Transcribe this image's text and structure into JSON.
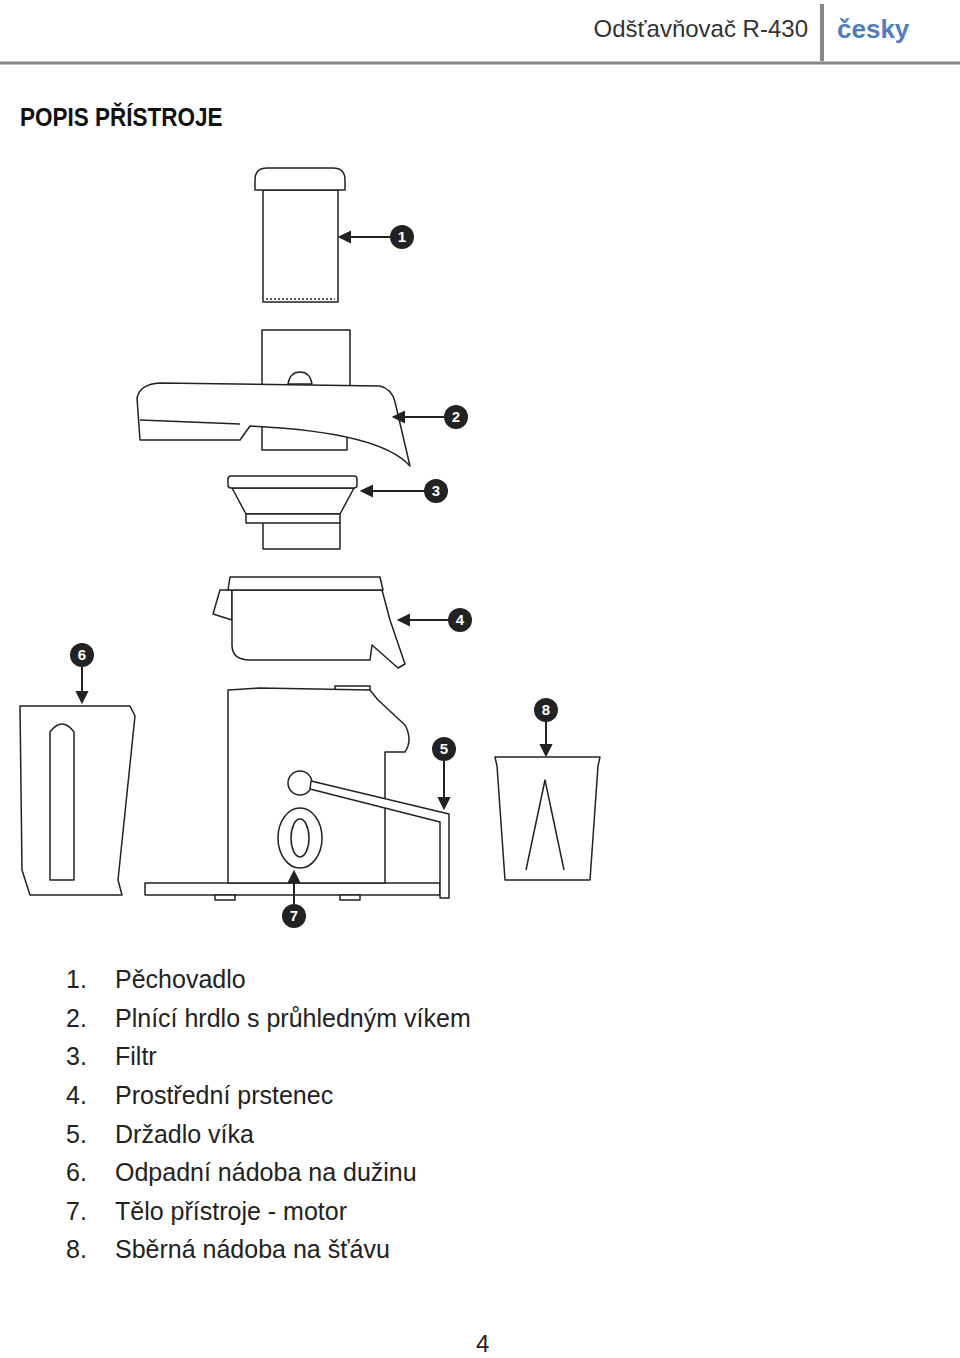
{
  "diagram": {
    "title": "POPIS PŘÍSTROJE",
    "labels": [
      "Odšťavňovač R-430",
      "česky",
      "1",
      "2",
      "3",
      "4",
      "5",
      "6",
      "7",
      "8",
      "1.",
      "Pěchovadlo",
      "2.",
      "Plnící hrdlo s průhledným víkem",
      "3.",
      "Filtr",
      "4.",
      "Prostřední prstenec",
      "5.",
      "Držadlo víka",
      "6.",
      "Odpadní nádoba na dužinu",
      "7.",
      "Tělo přístroje - motor",
      "8.",
      "Sběrná nádoba na šťávu",
      "4"
    ]
  }
}
